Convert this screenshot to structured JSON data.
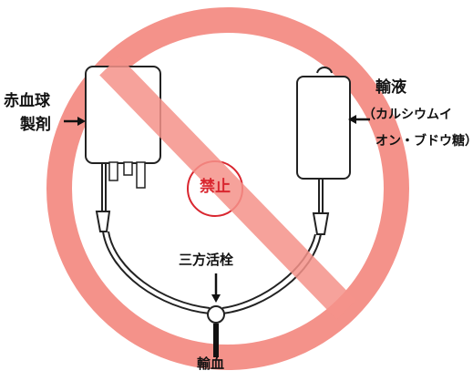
{
  "labels": {
    "rbc_line1": "赤血球",
    "rbc_line2": "製剤",
    "infusion_line1": "輸液",
    "infusion_line2": "（カルシウムイ",
    "infusion_line3": "オン・ブドウ糖）",
    "stopcock": "三方活栓",
    "transfusion": "輸血",
    "forbidden": "禁止"
  },
  "colors": {
    "prohibition": "#f4928a",
    "forbidden_text": "#d9262f",
    "bag_fill": "#ffffff",
    "outline": "#222222"
  }
}
